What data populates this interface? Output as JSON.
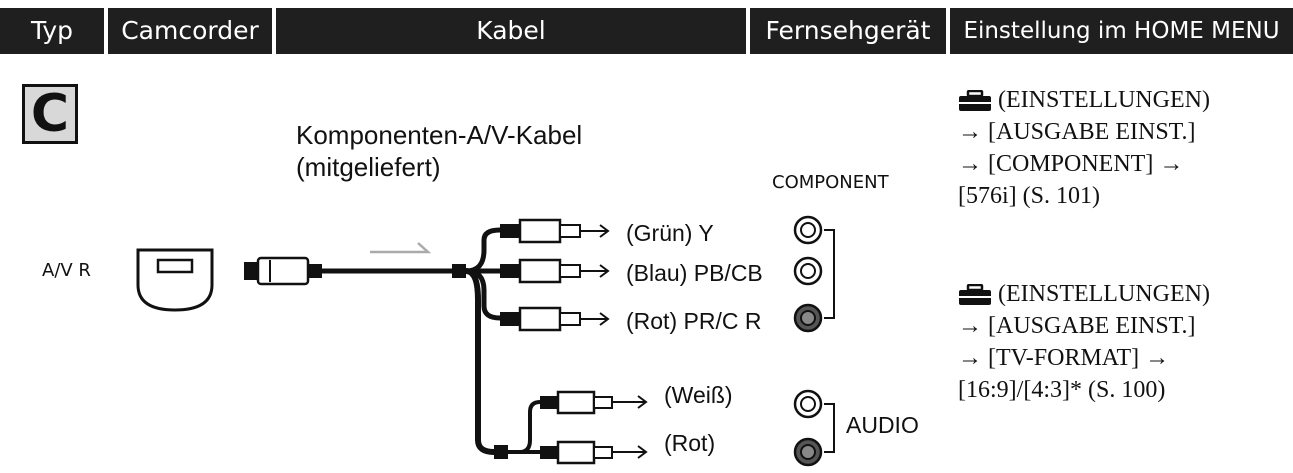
{
  "header": {
    "type": "Typ",
    "camcorder": "Camcorder",
    "cable": "Kabel",
    "tv": "Fernsehgerät",
    "setting": "Einstellung im HOME MENU"
  },
  "connection_type": "C",
  "cable_name_line1": "Komponenten-A/V-Kabel",
  "cable_name_line2": "(mitgeliefert)",
  "camcorder_jack": "A/V R",
  "component_label": "COMPONENT",
  "audio_label": "AUDIO",
  "plugs": {
    "green_y": "(Grün) Y",
    "blue_pb": "(Blau) PB/CB",
    "red_pr": "(Rot) PR/C R",
    "white": "(Weiß)",
    "red_audio": "(Rot)"
  },
  "setting1": {
    "line1": "(EINSTELLUNGEN)",
    "line2": "→ [AUSGABE EINST.]",
    "line3": "→ [COMPONENT] →",
    "line4": "[576i] (S. 101)"
  },
  "setting2": {
    "line1": "(EINSTELLUNGEN)",
    "line2": "→ [AUSGABE EINST.]",
    "line3": "→ [TV-FORMAT] →",
    "line4": "[16:9]/[4:3]* (S. 100)"
  },
  "icons": {
    "settings": "toolbox-icon",
    "camcorder_jack": "av-jack-icon",
    "tv_jack": "rca-jack-icon"
  }
}
